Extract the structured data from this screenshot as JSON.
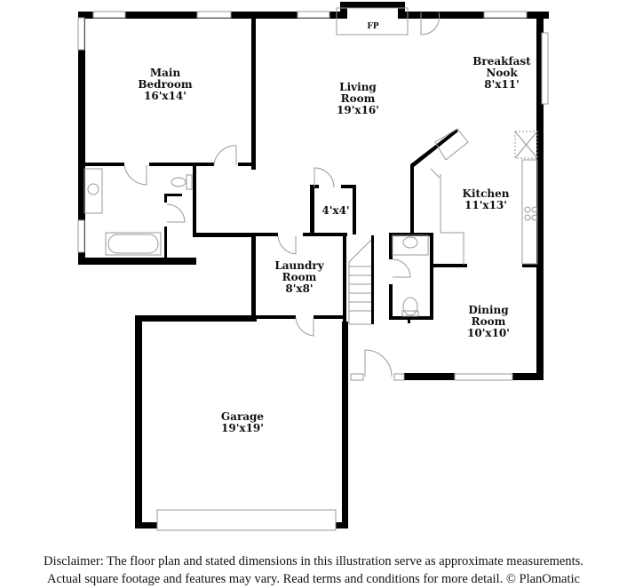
{
  "rooms": {
    "main_bedroom": {
      "name_line1": "Main",
      "name_line2": "Bedroom",
      "dims": "16'x14'"
    },
    "living_room": {
      "name_line1": "Living",
      "name_line2": "Room",
      "dims": "19'x16'"
    },
    "breakfast_nook": {
      "name_line1": "Breakfast",
      "name_line2": "Nook",
      "dims": "8'x11'"
    },
    "kitchen": {
      "name": "Kitchen",
      "dims": "11'x13'"
    },
    "closet": {
      "dims": "4'x4'"
    },
    "laundry_room": {
      "name_line1": "Laundry",
      "name_line2": "Room",
      "dims": "8'x8'"
    },
    "dining_room": {
      "name_line1": "Dining",
      "name_line2": "Room",
      "dims": "10'x10'"
    },
    "garage": {
      "name": "Garage",
      "dims": "19'x19'"
    },
    "fireplace": {
      "label": "FP"
    }
  },
  "disclaimer": {
    "line1": "Disclaimer: The floor plan and stated dimensions in this illustration serve as approximate measurements.",
    "line2": "Actual square footage and features may vary. Read terms and conditions for more detail. © PlanOmatic"
  },
  "colors": {
    "wall": "#000000",
    "fixture": "#999999",
    "background": "#ffffff"
  }
}
